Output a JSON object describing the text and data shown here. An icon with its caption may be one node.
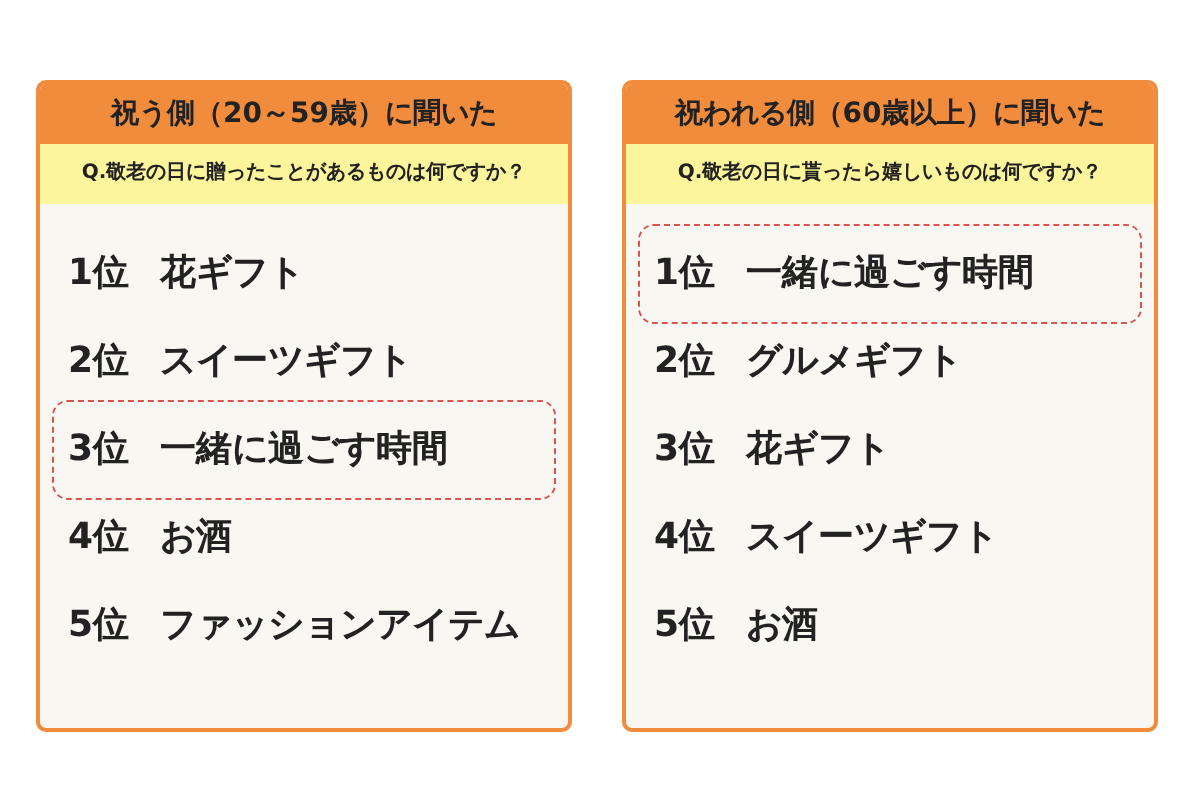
{
  "diagram": {
    "nodes": [
      {
        "text": [
          "祝う側（20～59歳）に聞いた",
          "Q.敬老の日に贈ったことがあるものは何ですか？"
        ]
      },
      {
        "text": [
          "1位",
          "花ギフト"
        ],
        "in": 0
      },
      {
        "text": [
          "2位",
          "スイーツギフト"
        ],
        "in": 0
      },
      {
        "text": [],
        "shape": "box",
        "in": 0
      },
      {
        "text": [
          "3位",
          "一緒に過ごす時間"
        ],
        "in": 3
      },
      {
        "text": [
          "4位",
          "お酒"
        ],
        "in": 0
      },
      {
        "text": [
          "5位",
          "ファッションアイテム"
        ],
        "in": 0
      },
      {
        "text": [
          "祝われる側（60歳以上）に聞いた",
          "Q.敬老の日に貰ったら嬉しいものは何ですか？"
        ]
      },
      {
        "text": [],
        "shape": "box",
        "in": 7
      },
      {
        "text": [
          "1位",
          "一緒に過ごす時間"
        ],
        "in": 8
      },
      {
        "text": [
          "2位",
          "グルメギフト"
        ],
        "in": 7
      },
      {
        "text": [
          "3位",
          "花ギフト"
        ],
        "in": 7
      },
      {
        "text": [
          "4位",
          "スイーツギフト"
        ],
        "in": 7
      },
      {
        "text": [
          "5位",
          "お酒"
        ],
        "in": 7
      }
    ]
  }
}
